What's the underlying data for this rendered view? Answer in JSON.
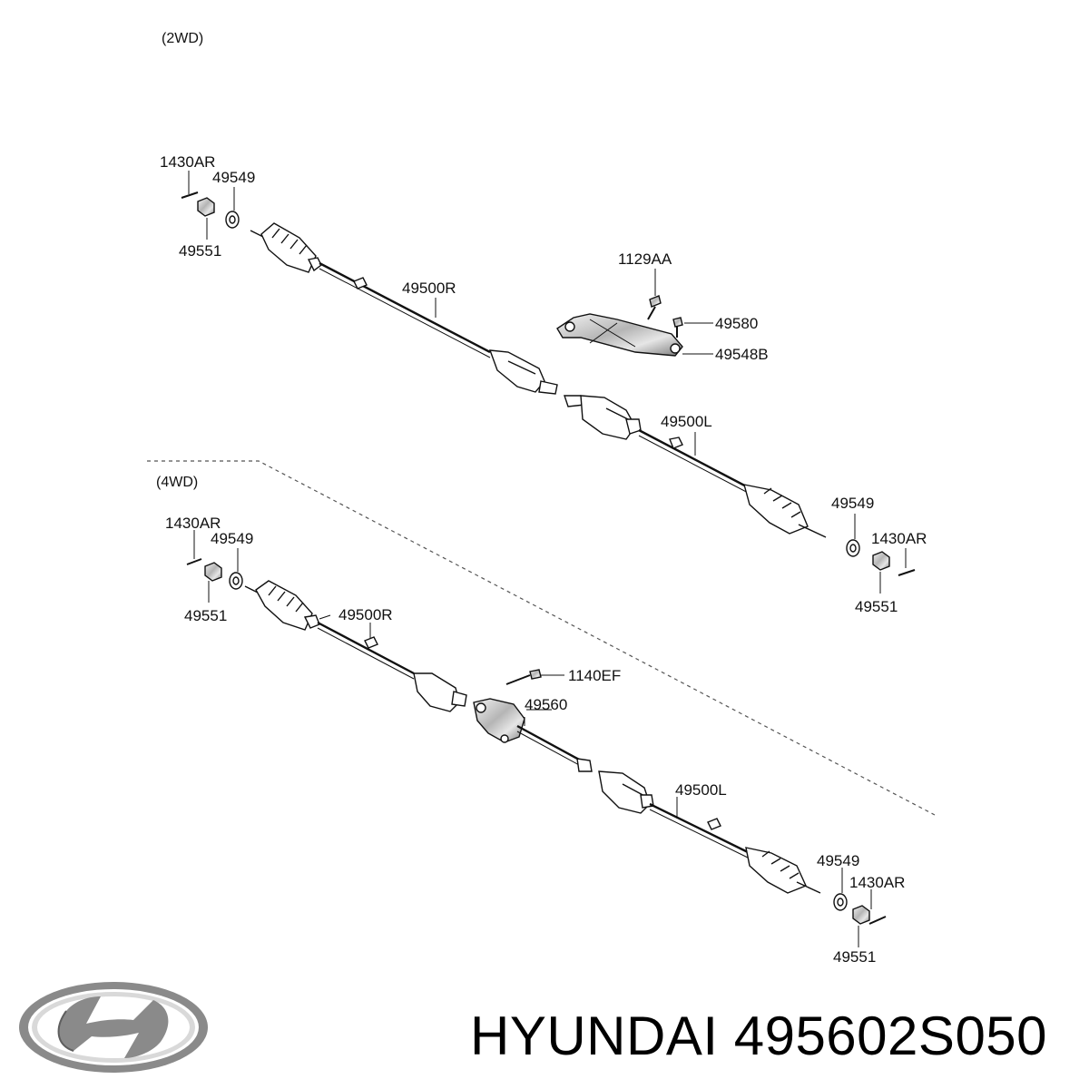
{
  "sections": {
    "top": "(2WD)",
    "bottom": "(4WD)"
  },
  "labels_2wd": {
    "pin_right": "1430AR",
    "washer_right": "49549",
    "nut_right": "49551",
    "shaft_right": "49500R",
    "bolt_bracket": "1129AA",
    "bolt": "49580",
    "bracket": "49548B",
    "shaft_left": "49500L",
    "washer_left": "49549",
    "pin_left": "1430AR",
    "nut_left": "49551"
  },
  "labels_4wd": {
    "pin_right": "1430AR",
    "washer_right": "49549",
    "nut_right": "49551",
    "shaft_right": "49500R",
    "bolt": "1140EF",
    "bearing": "49560",
    "shaft_left": "49500L",
    "washer_left": "49549",
    "pin_left": "1430AR",
    "nut_left": "49551"
  },
  "footer": {
    "brand": "HYUNDAI",
    "part_number": "495602S050"
  },
  "logo": {
    "icon": "hyundai-logo-icon",
    "color": "#8a8a8a"
  }
}
